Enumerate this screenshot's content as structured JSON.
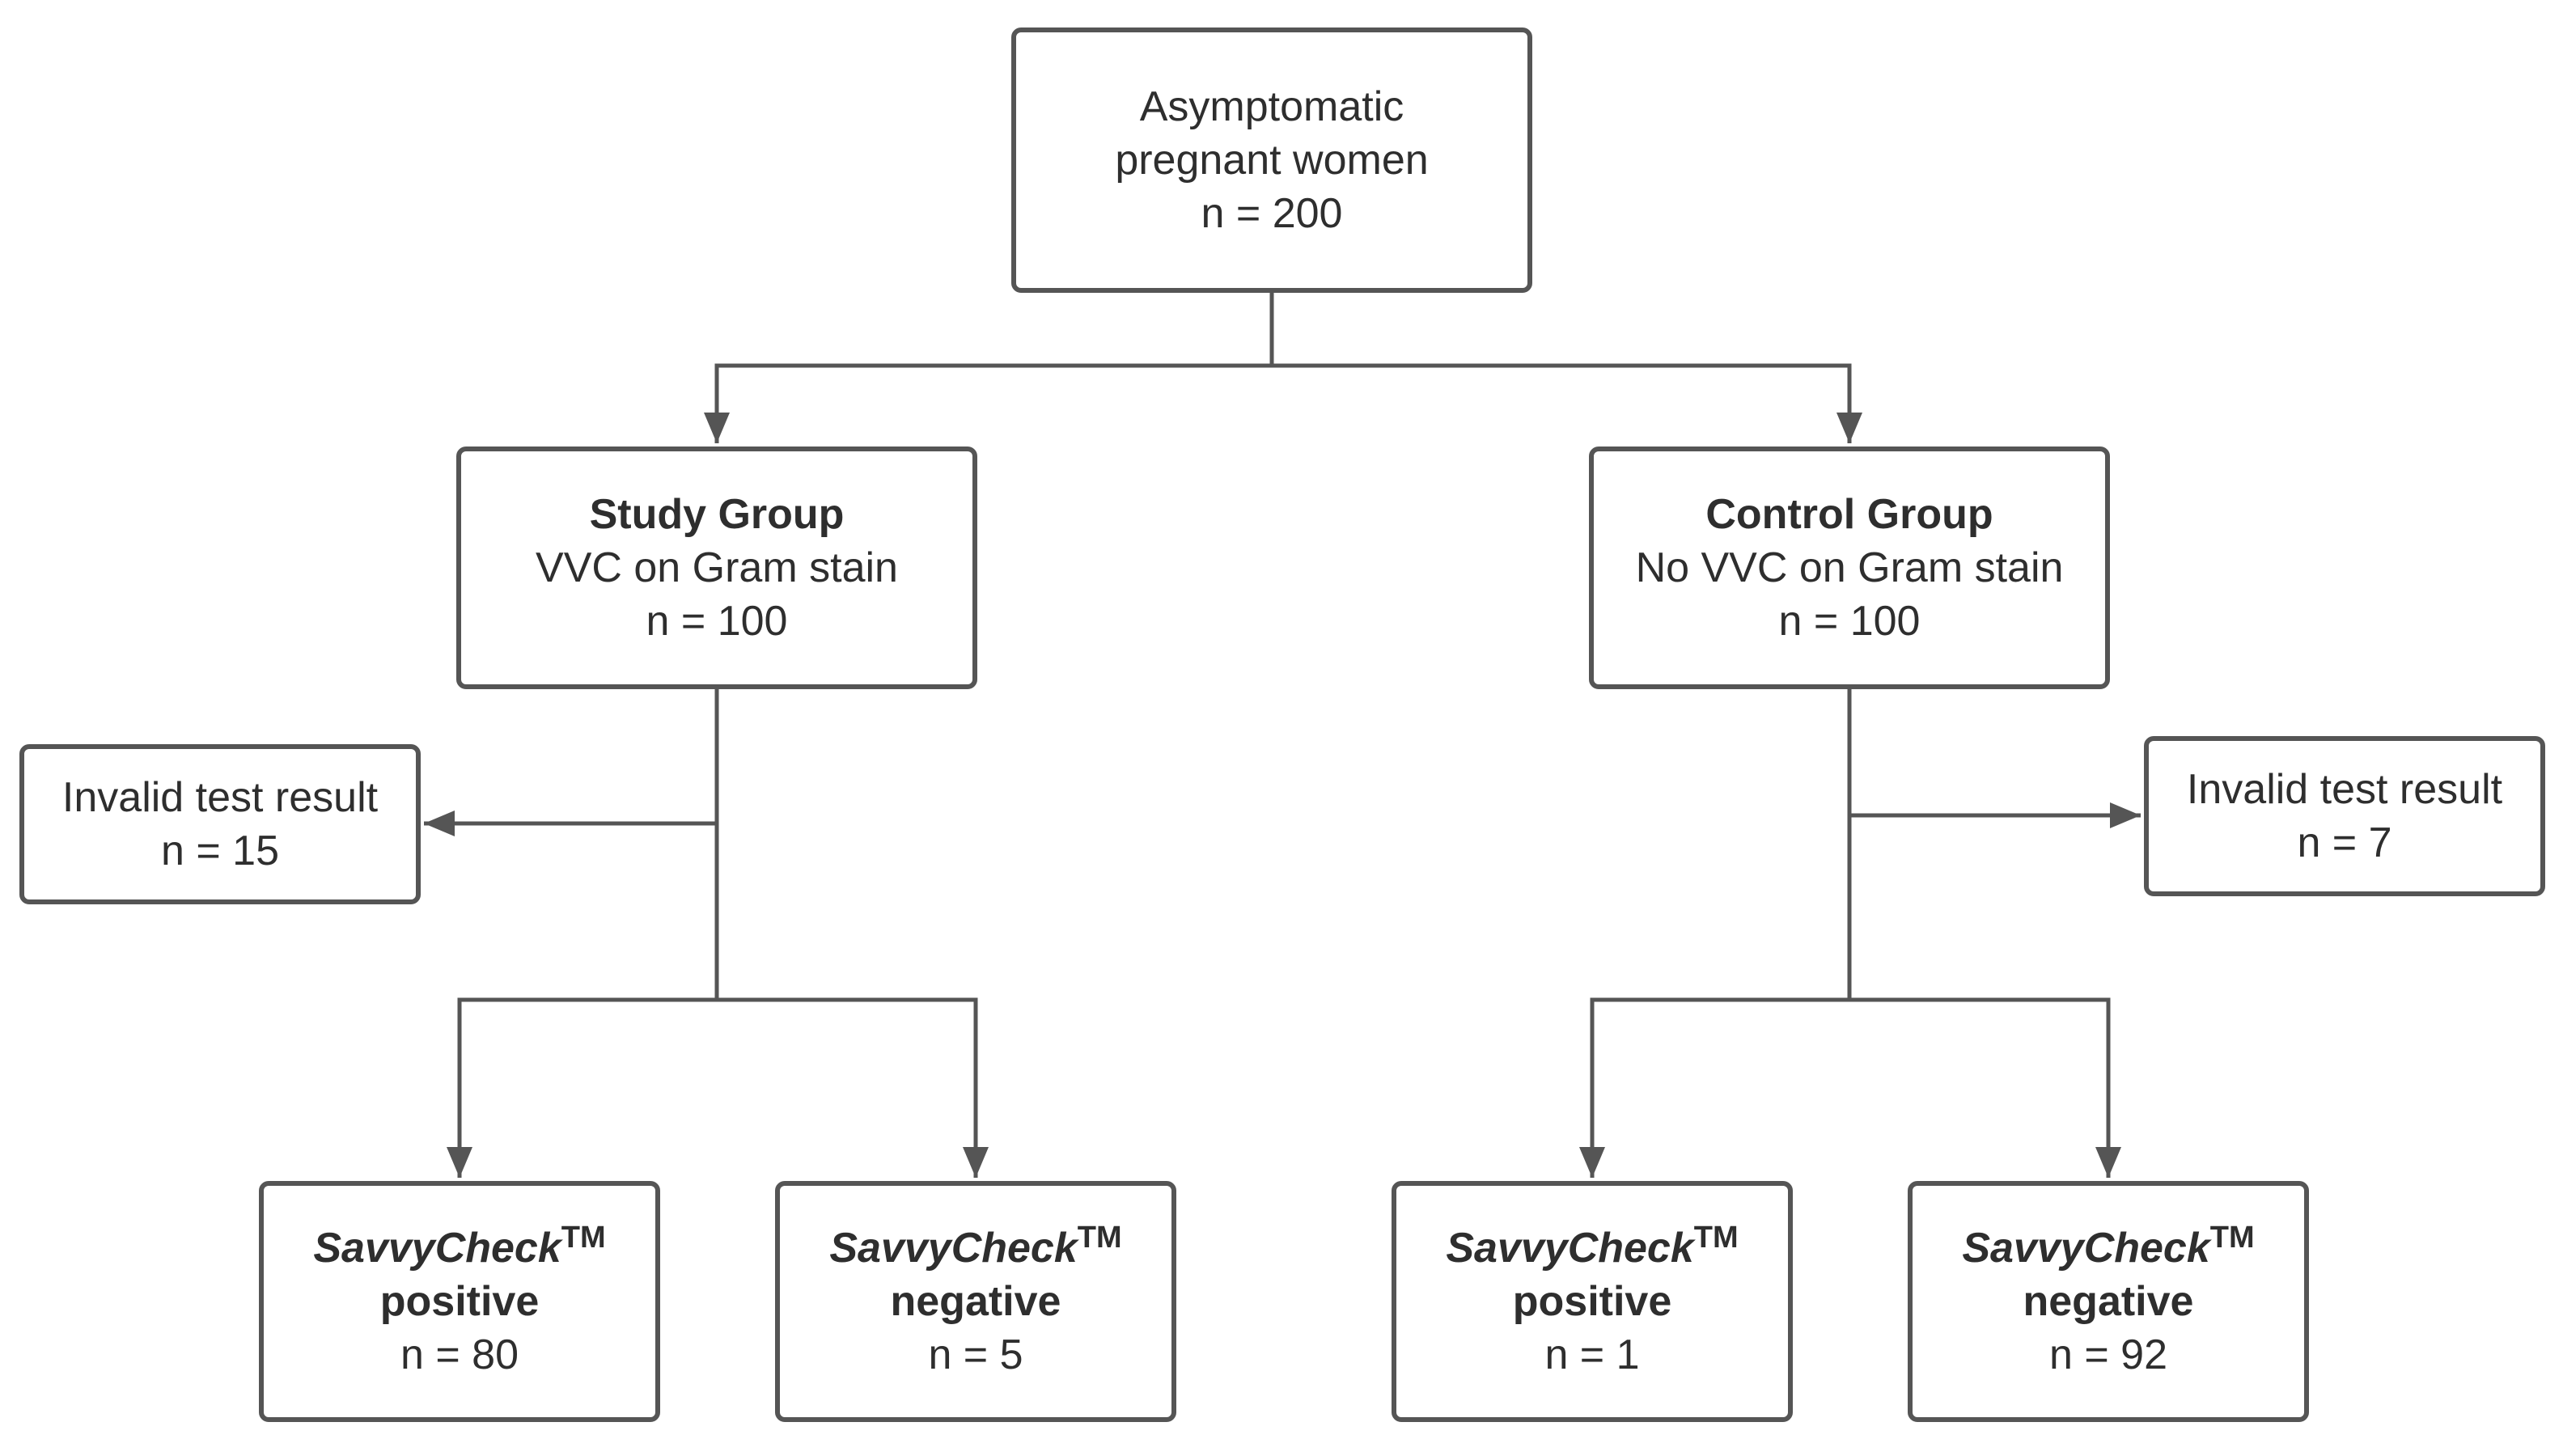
{
  "root": {
    "line1": "Asymptomatic",
    "line2": "pregnant women",
    "count": "n = 200"
  },
  "study_group": {
    "title": "Study Group",
    "description": "VVC on Gram stain",
    "count": "n = 100"
  },
  "control_group": {
    "title": "Control Group",
    "description": "No VVC on Gram stain",
    "count": "n = 100"
  },
  "study_invalid": {
    "label": "Invalid test result",
    "count": "n = 15"
  },
  "control_invalid": {
    "label": "Invalid test result",
    "count": "n = 7"
  },
  "results": [
    {
      "brand": "SavvyCheck",
      "tm": "TM",
      "outcome": "positive",
      "count": "n = 80"
    },
    {
      "brand": "SavvyCheck",
      "tm": "TM",
      "outcome": "negative",
      "count": "n = 5"
    },
    {
      "brand": "SavvyCheck",
      "tm": "TM",
      "outcome": "positive",
      "count": "n = 1"
    },
    {
      "brand": "SavvyCheck",
      "tm": "TM",
      "outcome": "negative",
      "count": "n = 92"
    }
  ],
  "colors": {
    "line": "#555555",
    "text": "#2e2e2e",
    "background": "#ffffff"
  }
}
